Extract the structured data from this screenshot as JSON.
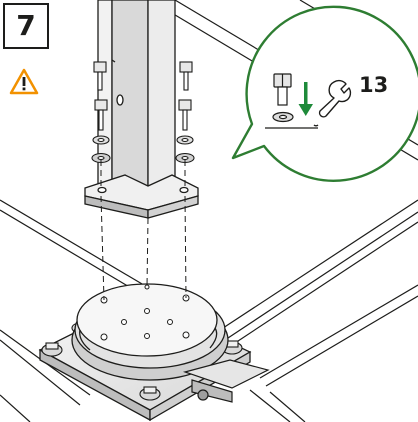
{
  "step": {
    "number": "7"
  },
  "warning": {
    "icon": "warning-triangle-icon",
    "color": "#f29100"
  },
  "callout": {
    "wrench_size": "13",
    "bolt_icon": "hex-bolt-icon",
    "washer_icon": "washer-icon",
    "arrow_icon": "down-arrow-icon",
    "wrench_icon": "wrench-icon",
    "border_color": "#2e7d32",
    "arrow_color": "#1e8a3a"
  },
  "illustration": {
    "name": "bolt-mounting-diagram"
  }
}
